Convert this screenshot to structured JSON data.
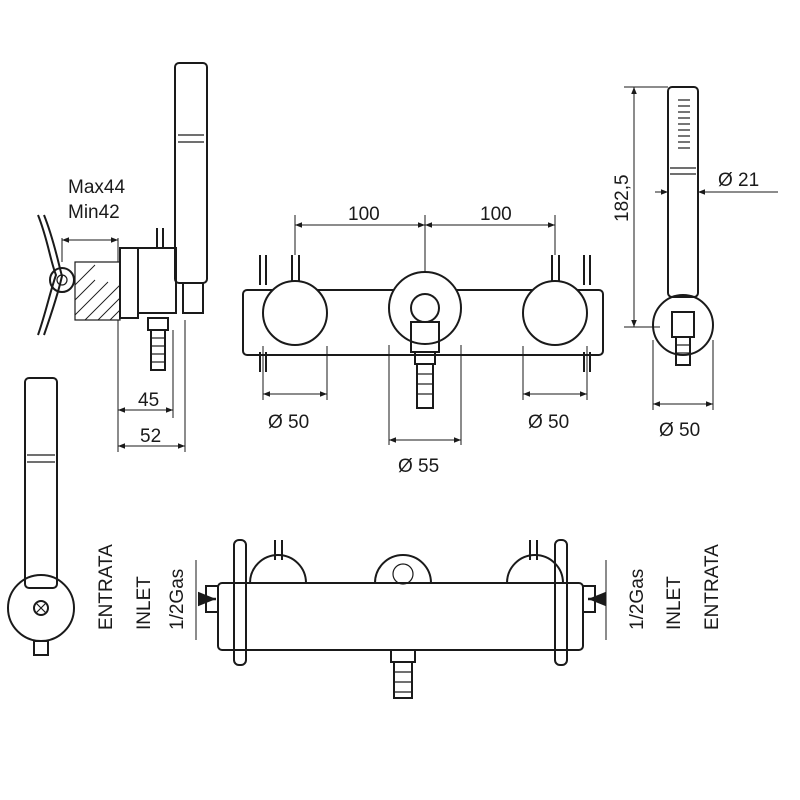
{
  "side_view": {
    "max_label": "Max44",
    "min_label": "Min42",
    "dim_45": "45",
    "dim_52": "52"
  },
  "front_view": {
    "spacing_left": "100",
    "spacing_right": "100",
    "dia_left": "Ø 50",
    "dia_center": "Ø 55",
    "dia_right": "Ø 50"
  },
  "handshower_view": {
    "height": "182,5",
    "dia_handle": "Ø 21",
    "dia_bracket": "Ø 50"
  },
  "bottom_view": {
    "left_inlet": [
      "ENTRATA",
      "INLET",
      "1/2Gas"
    ],
    "right_inlet": [
      "1/2Gas",
      "INLET",
      "ENTRATA"
    ]
  }
}
